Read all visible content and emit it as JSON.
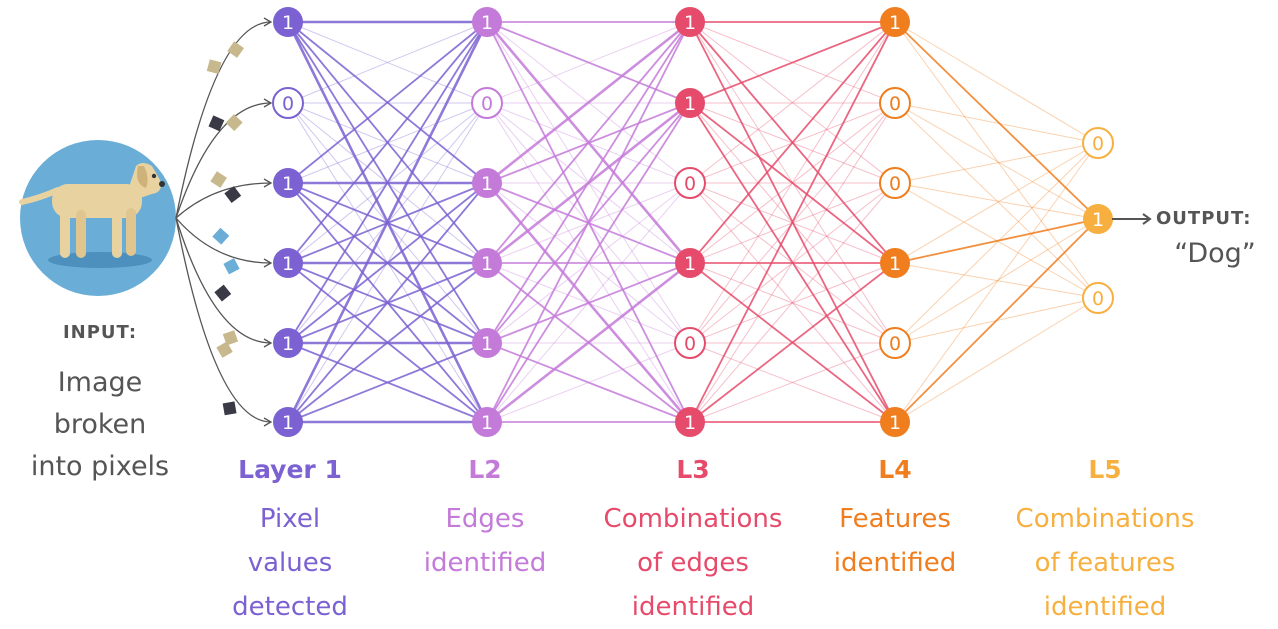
{
  "input": {
    "heading": "INPUT:",
    "desc_lines": [
      "Image",
      "broken",
      "into pixels"
    ]
  },
  "output": {
    "heading": "OUTPUT:",
    "value": "“Dog”"
  },
  "colors": {
    "l1": "#7b61d1",
    "l2": "#c47ad9",
    "l3": "#e64b6b",
    "l4": "#f07d1e",
    "l5": "#f7b040",
    "input_bg": "#6aaed8",
    "arrows": "#555555"
  },
  "layers": [
    {
      "title": "Layer 1",
      "desc_lines": [
        "Pixel",
        "values",
        "detected"
      ],
      "nodes": [
        "1",
        "0",
        "1",
        "1",
        "1",
        "1"
      ]
    },
    {
      "title": "L2",
      "desc_lines": [
        "Edges",
        "identified"
      ],
      "nodes": [
        "1",
        "0",
        "1",
        "1",
        "1",
        "1"
      ]
    },
    {
      "title": "L3",
      "desc_lines": [
        "Combinations",
        "of edges",
        "identified"
      ],
      "nodes": [
        "1",
        "1",
        "0",
        "1",
        "0",
        "1"
      ]
    },
    {
      "title": "L4",
      "desc_lines": [
        "Features",
        "identified"
      ],
      "nodes": [
        "1",
        "0",
        "0",
        "1",
        "0",
        "1"
      ]
    },
    {
      "title": "L5",
      "desc_lines": [
        "Combinations",
        "of features",
        "identified"
      ],
      "nodes": [
        "0",
        "1",
        "0"
      ]
    }
  ]
}
